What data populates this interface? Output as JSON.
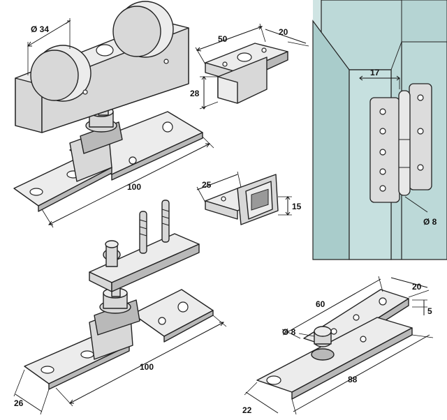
{
  "labels": {
    "wheel_diameter": "Ø 34",
    "block_length": "50",
    "block_width": "20",
    "block_height": "28",
    "upper_plate_length": "100",
    "stop_width": "25",
    "stop_height": "15",
    "hinge_offset": "17",
    "hinge_pin": "Ø 8",
    "lower_plate_length": "100",
    "lower_plate_width": "26",
    "pivot_top_length": "60",
    "pivot_width": "20",
    "pivot_thickness": "5",
    "pivot_pin": "Ø 8",
    "pivot_bottom_length": "88",
    "pivot_bottom_width": "22"
  },
  "colors": {
    "panel": "#bcd9d8",
    "metal": "#d8d8d8"
  }
}
